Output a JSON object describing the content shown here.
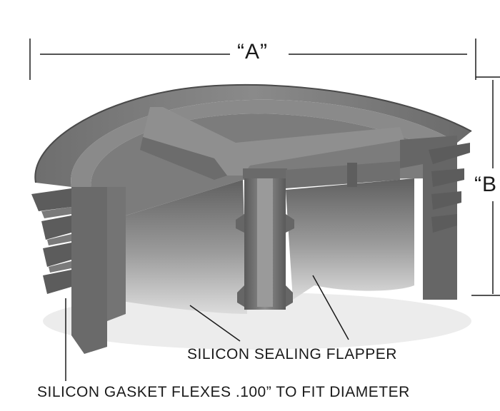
{
  "dimensions": {
    "a_label": "“A”",
    "b_label": "“B"
  },
  "callouts": {
    "flapper": "SILICON SEALING FLAPPER",
    "gasket": "SILICON GASKET FLEXES .100” TO FIT DIAMETER"
  },
  "colors": {
    "body_light": "#9a9a9a",
    "body_mid": "#7e7e7e",
    "body_dark": "#5a5a5a",
    "cut_face": "#6a6a6a",
    "line": "#1a1a1a"
  }
}
